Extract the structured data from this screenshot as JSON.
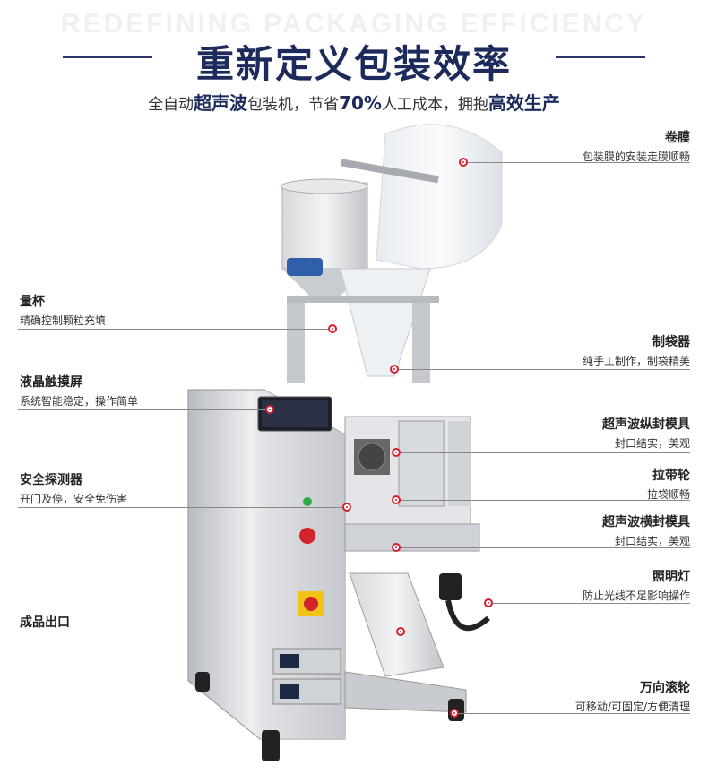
{
  "header": {
    "watermark": "REDEFINING PACKAGING EFFICIENCY",
    "title": "重新定义包装效率",
    "subtitle_parts": [
      "全自动",
      "超声波",
      "包装机，节省",
      "70%",
      "人工成本，拥抱",
      "高效生产"
    ]
  },
  "colors": {
    "title": "#1d2a5c",
    "accent_dot": "#d81e2c"
  },
  "callouts": {
    "film": {
      "title": "卷膜",
      "desc": "包装膜的安装走膜顺畅"
    },
    "cup": {
      "title": "量杯",
      "desc": "精确控制颗粒充填"
    },
    "bag_maker": {
      "title": "制袋器",
      "desc": "纯手工制作，制袋精美"
    },
    "screen": {
      "title": "液晶触摸屏",
      "desc": "系统智能稳定，操作简单"
    },
    "vertical_seal": {
      "title": "超声波纵封模具",
      "desc": "封口结实，美观"
    },
    "safety": {
      "title": "安全探测器",
      "desc": "开门及停，安全免伤害"
    },
    "pull_wheel": {
      "title": "拉带轮",
      "desc": "拉袋顺畅"
    },
    "horizontal_seal": {
      "title": "超声波横封模具",
      "desc": "封口结实，美观"
    },
    "light": {
      "title": "照明灯",
      "desc": "防止光线不足影响操作"
    },
    "outlet": {
      "title": "成品出口",
      "desc": ""
    },
    "wheels": {
      "title": "万向滚轮",
      "desc": "可移动/可固定/方便清理"
    }
  }
}
